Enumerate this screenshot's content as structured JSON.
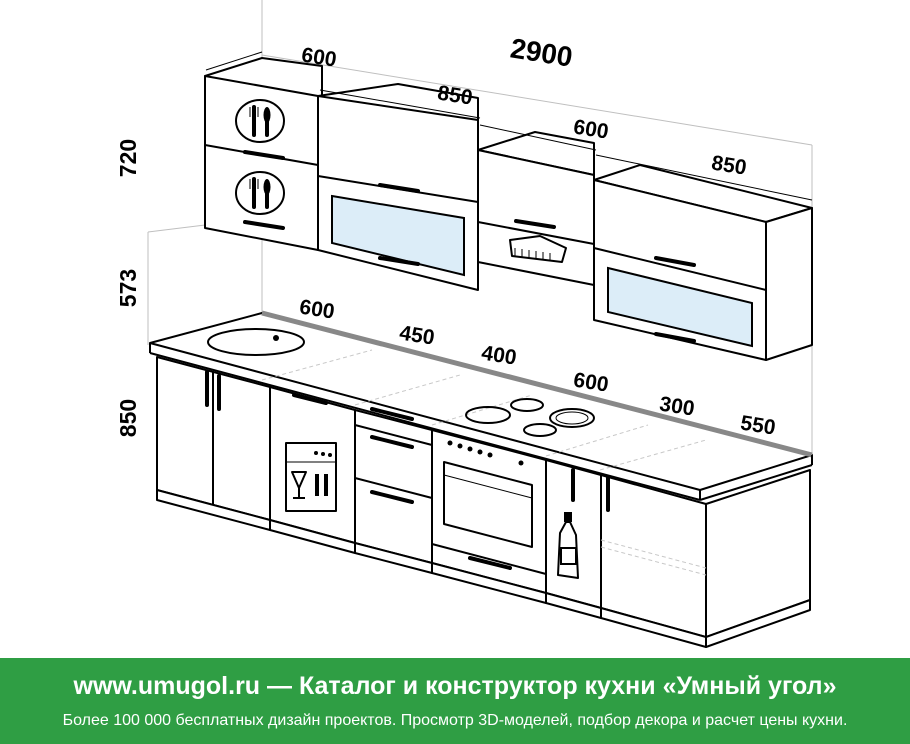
{
  "dimensions": {
    "total_width": "2900",
    "upper_widths": [
      "600",
      "850",
      "600",
      "850"
    ],
    "lower_widths": [
      "600",
      "450",
      "400",
      "600",
      "300",
      "550"
    ],
    "heights": [
      "720",
      "573",
      "850"
    ]
  },
  "icons": [
    "cutlery-icon",
    "cutlery-icon",
    "range-hood-icon",
    "sink-icon",
    "dishwasher-icon",
    "cooktop-icon",
    "oven-icon",
    "bottle-icon"
  ],
  "banner": {
    "title": "www.umugol.ru — Каталог и конструктор кухни «Умный угол»",
    "subtitle": "Более 100 000 бесплатных дизайн проектов. Просмотр 3D-моделей, подбор декора и расчет цены кухни."
  },
  "colors": {
    "banner": "#2f9e44",
    "glass": "#dcedf8",
    "wall_lines": "#bfbfbf"
  }
}
